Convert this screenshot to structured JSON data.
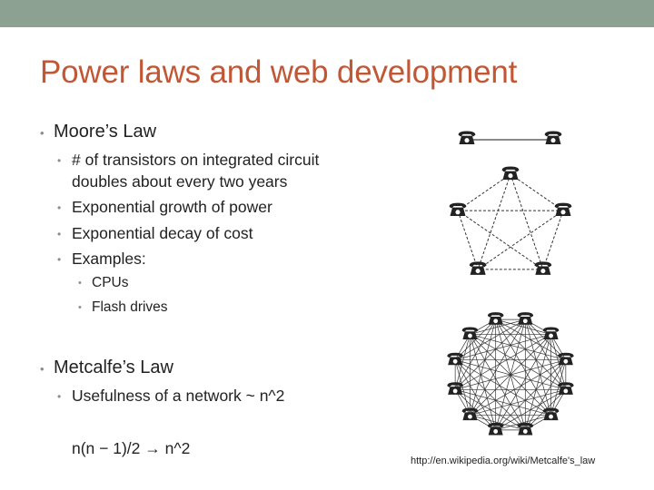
{
  "slide": {
    "title": "Power laws and web development",
    "moores_law": {
      "heading": "Moore’s Law",
      "items": [
        "# of transistors on integrated circuit",
        "doubles about every two years",
        "Exponential growth of power",
        "Exponential decay of cost",
        "Examples:"
      ],
      "examples": [
        "CPUs",
        "Flash drives"
      ]
    },
    "metcalfes_law": {
      "heading": "Metcalfe’s Law",
      "item": "Usefulness of a network ~ n^2",
      "formula_left": "n(n − 1)/2",
      "formula_arrow": "→",
      "formula_right": "n^2"
    },
    "url": "http://en.wikipedia.org/wiki/Metcalfe's_law",
    "bullet_char": "•",
    "colors": {
      "topbar": "#8da193",
      "title": "#c25736",
      "text": "#222222",
      "bullet": "#8c8c8c"
    },
    "diagram": {
      "networks": [
        {
          "nodes": 2,
          "icon": "telephone-icon"
        },
        {
          "nodes": 5,
          "icon": "telephone-icon"
        },
        {
          "nodes": 12,
          "icon": "telephone-icon"
        }
      ]
    }
  }
}
